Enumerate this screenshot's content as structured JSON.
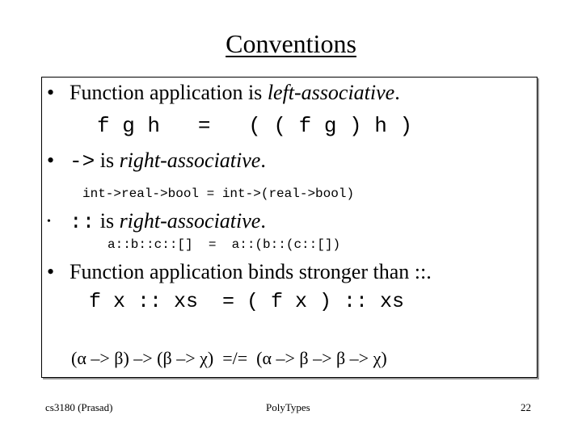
{
  "title": "Conventions",
  "content": {
    "bullet1": {
      "marker": "•",
      "text_before": "Function application is ",
      "text_italic": "left-associative",
      "text_after": "."
    },
    "example1": "f g h   =   ( ( f g ) h )",
    "bullet2": {
      "marker": "•",
      "code": "->",
      "text_before": " is ",
      "text_italic": "right-associative",
      "text_after": "."
    },
    "example2": "int->real->bool = int->(real->bool)",
    "bullet3": {
      "marker": "•",
      "code": "::",
      "text_before": " is ",
      "text_italic": "right-associative",
      "text_after": "."
    },
    "example3": "a::b::c::[]  =  a::(b::(c::[])",
    "bullet4": {
      "marker": "•",
      "text": "Function application binds stronger than ::."
    },
    "example4": "f x :: xs  = ( f x ) :: xs",
    "type_example": "(α –> β) –> (β –> χ)  =/=  (α –> β –> β –> χ)"
  },
  "footer": {
    "left": "cs3180 (Prasad)",
    "center": "PolyTypes",
    "right": "22"
  }
}
